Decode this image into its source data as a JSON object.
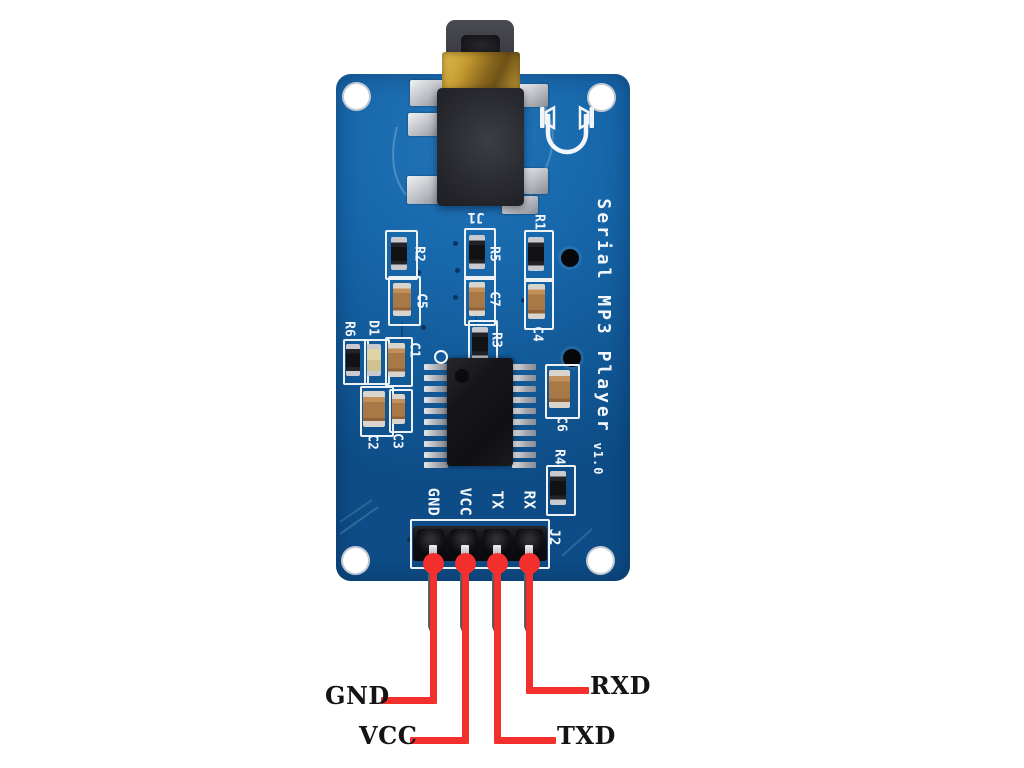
{
  "board": {
    "title": "Serial MP3 Player",
    "version": "v1.0",
    "jack_ref": "J1",
    "header_ref": "J2"
  },
  "pins": [
    {
      "silk": "GND",
      "label": "GND"
    },
    {
      "silk": "VCC",
      "label": "VCC"
    },
    {
      "silk": "TX",
      "label": "TXD"
    },
    {
      "silk": "RX",
      "label": "RXD"
    }
  ],
  "components": {
    "refs": [
      "R1",
      "R2",
      "R3",
      "R4",
      "R5",
      "R6",
      "C1",
      "C2",
      "C3",
      "C4",
      "C5",
      "C6",
      "C7",
      "D1"
    ]
  },
  "icons": {
    "audio": "headphone-icon"
  },
  "colors": {
    "board_blue": "#1563a8",
    "wire_red": "#f3302e",
    "silkscreen": "#f2f6fa",
    "annotation_text": "#141414",
    "gold": "#c49a30",
    "hole_white": "#ffffff"
  }
}
